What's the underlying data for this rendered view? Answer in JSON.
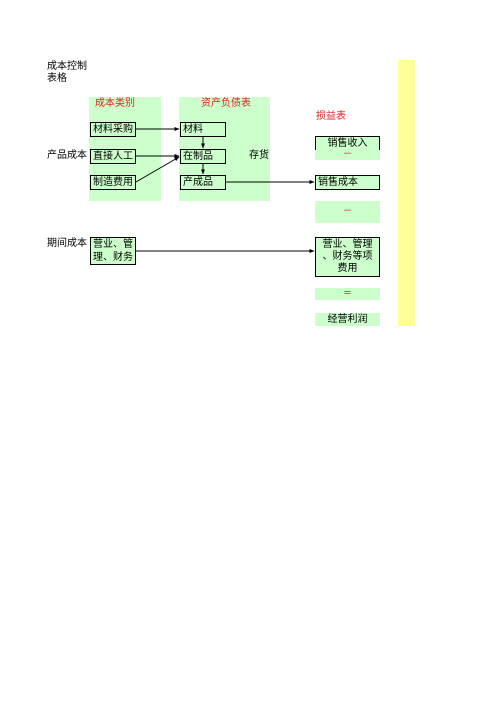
{
  "title_line1": "成本控制",
  "title_line2": "表格",
  "headers": {
    "cost_category": "成本类别",
    "balance_sheet": "资产负债表",
    "income_statement": "损益表"
  },
  "row_labels": {
    "product_cost": "产品成本",
    "period_cost": "期间成本",
    "inventory": "存货"
  },
  "cost_items": {
    "material_purchase": "材料采购",
    "direct_labor": "直接人工",
    "manufacturing_overhead": "制造费用",
    "period_expenses_line1": "营业、管",
    "period_expenses_line2": "理、财务"
  },
  "balance_items": {
    "materials": "材料",
    "work_in_process": "在制品",
    "finished_goods": "产成品"
  },
  "income_items": {
    "sales_revenue": "销售收入",
    "minus_1": "－",
    "cost_of_sales": "销售成本",
    "minus_2": "－",
    "period_expenses_line1": "营业、管理",
    "period_expenses_line2": "、财务等项",
    "period_expenses_line3": "费用",
    "equals": "=",
    "operating_profit": "经营利润"
  },
  "colors": {
    "panel_green": "#ccffcc",
    "side_yellow": "#ffff99",
    "header_red": "#e02020"
  }
}
